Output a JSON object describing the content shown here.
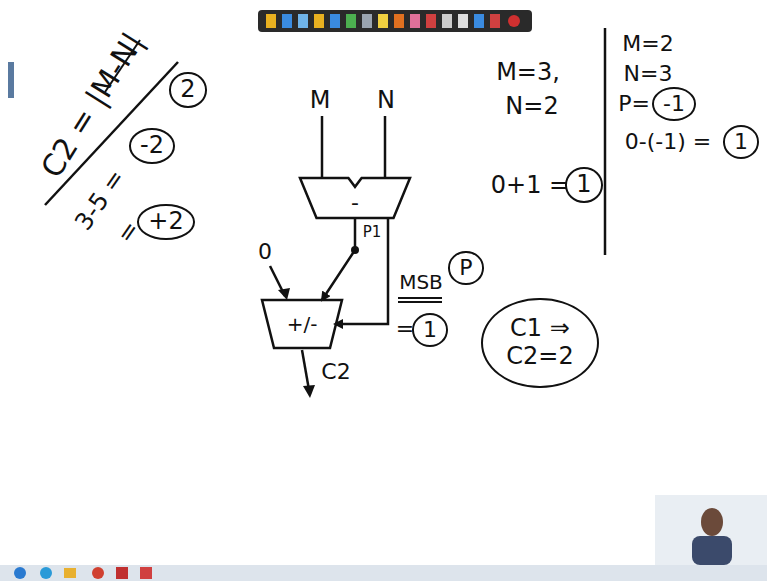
{
  "diagram": {
    "nodes": [
      {
        "text": [
          "2"
        ]
      },
      {
        "text": [
          "-2"
        ]
      },
      {
        "text": [
          "+2"
        ]
      },
      {
        "text": [
          "-"
        ]
      },
      {
        "text": [
          "+/-"
        ]
      },
      {
        "text": [
          "P"
        ]
      },
      {
        "text": [
          "1"
        ]
      },
      {
        "text": [
          "1"
        ]
      },
      {
        "text": [
          "-1"
        ]
      },
      {
        "text": [
          "1"
        ]
      },
      {
        "text": [
          "C1 ⇒",
          "C2=2"
        ]
      }
    ],
    "edges": [
      {
        "from": 3,
        "to": 4,
        "arrow": "to"
      },
      {
        "from": 3,
        "to": 4,
        "arrow": "to"
      }
    ],
    "labels": [
      "C2 = |M-N|",
      "3-5 =",
      "=",
      "M",
      "N",
      "P1",
      "0",
      "C2",
      "MSB",
      "=",
      "M=3,",
      "N=2",
      "0+1 =",
      "M=2",
      "N=3",
      "P=",
      "0-(-1) ="
    ]
  }
}
